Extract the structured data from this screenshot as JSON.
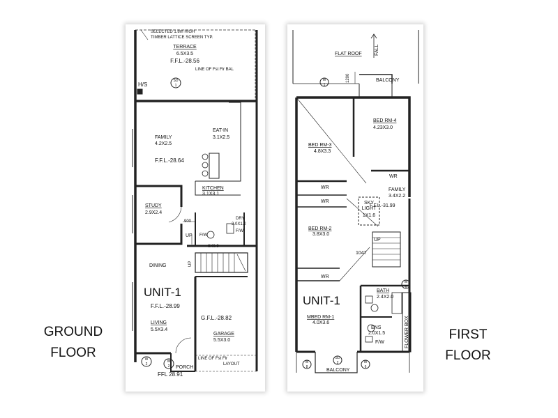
{
  "captions": {
    "ground": [
      "GROUND",
      "FLOOR"
    ],
    "first": [
      "FIRST",
      "FLOOR"
    ]
  },
  "ground": {
    "screen_note": [
      "SELECTED 1.8m HIGH",
      "TIMBER LATTICE SCREEN TYP."
    ],
    "terrace": {
      "name": "TERRACE",
      "size": "6.5X3.5",
      "ffl": "F.F.L.-28.56"
    },
    "balcony_line": "LINE OF Fst Flr BAL",
    "hs": "H/S",
    "family": {
      "name": "FAMILY",
      "size": "4.2X2.5"
    },
    "eat_in": {
      "name": "EAT-IN",
      "size": "3.1X2.5"
    },
    "ffl_main": "F.F.L.-28.64",
    "kitchen": {
      "name": "KITCHEN",
      "size": "3.1X3.1"
    },
    "study": {
      "name": "STUDY",
      "size": "2.9X2.4"
    },
    "dim_900": "900",
    "dry": {
      "name": "DRY",
      "size": "2.0X1.2",
      "fw": "F/W"
    },
    "wc": {
      "fw": "F/W",
      "size": "6X0.9"
    },
    "up": "UP",
    "up_stair": "UP",
    "dining": "DINING",
    "unit": "UNIT-1",
    "ffl_living": "F.F.L.-28.99",
    "living": {
      "name": "LIVING",
      "size": "5.5X3.4"
    },
    "garage": {
      "gfl": "G.F.L.-28.82",
      "name": "GARAGE",
      "size": "5.5X3.0"
    },
    "porch": {
      "name": "PORCH",
      "ffl": "FFL 28.91"
    },
    "first_floor_line": [
      "LINE OF Fst Flr",
      "LAYOUT"
    ]
  },
  "first": {
    "flat_roof": "FLAT ROOF",
    "fall": "FALL",
    "dim_1200": "1200",
    "balcony_top": "BALCONY",
    "bed4": {
      "name": "BED RM-4",
      "size": "4.23X3.0"
    },
    "bed3": {
      "name": "BED RM-3",
      "size": "4.8X3.3"
    },
    "wr": "WR",
    "family": {
      "name": "FAMILY",
      "size": "3.4X2.2",
      "ffl": "F.F.L.-31.99"
    },
    "sky_light": {
      "line1": "SKY",
      "line2": "LIGHT",
      "size": "1X1.6"
    },
    "bed2": {
      "name": "BED RM-2",
      "size": "3.8X3.0"
    },
    "up": "UP",
    "dim_1047": "1047",
    "bath": {
      "name": "BATH",
      "size": "2.4X2.0"
    },
    "unit": "UNIT-1",
    "mbed": {
      "name": "MBED RM-1",
      "size": "4.0X3.6"
    },
    "ens": {
      "name": "ENS",
      "size": "2.0X1.5",
      "fw": "F/W"
    },
    "flower_box": "FLOWER BOX",
    "balcony_bottom": "BALCONY"
  },
  "markers": {
    "sd": "SD",
    "num_1": "1",
    "num_2": "2",
    "num_6": "6",
    "num_8": "8",
    "w_top": "W",
    "w_bottom": "W"
  }
}
